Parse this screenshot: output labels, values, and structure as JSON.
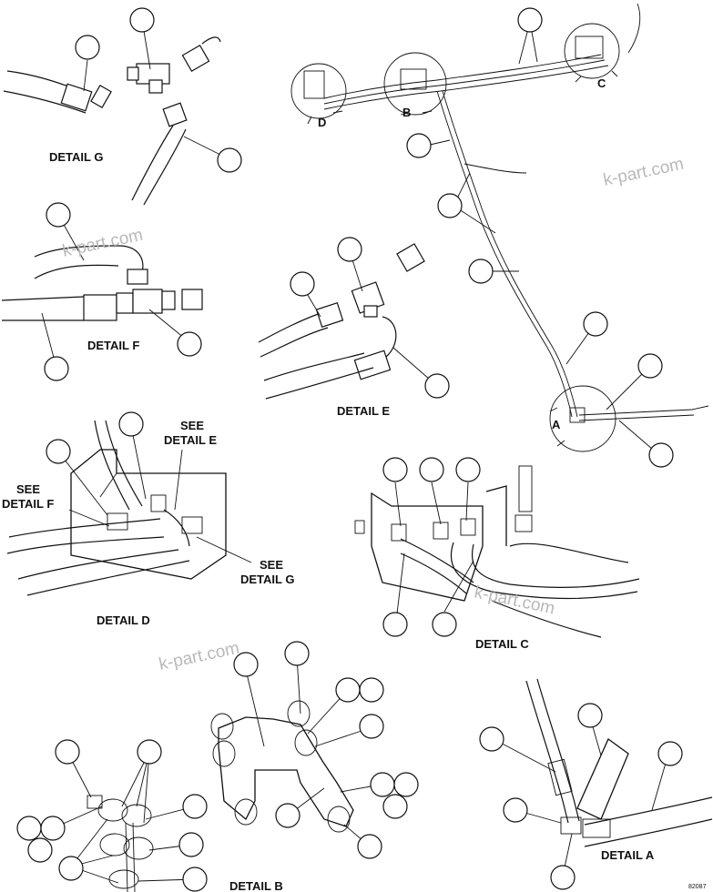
{
  "labels": {
    "detail_g": "DETAIL G",
    "detail_f": "DETAIL F",
    "detail_e": "DETAIL E",
    "detail_d": "DETAIL D",
    "detail_c": "DETAIL C",
    "detail_b": "DETAIL B",
    "detail_a": "DETAIL A",
    "see_detail_e": [
      "SEE",
      "DETAIL E"
    ],
    "see_detail_f": [
      "SEE",
      "DETAIL F"
    ],
    "see_detail_g": [
      "SEE",
      "DETAIL G"
    ]
  },
  "view_letters": {
    "a": "A",
    "b": "B",
    "c": "C",
    "d": "D"
  },
  "watermark": "k-part.com",
  "drawing_code": "82087"
}
